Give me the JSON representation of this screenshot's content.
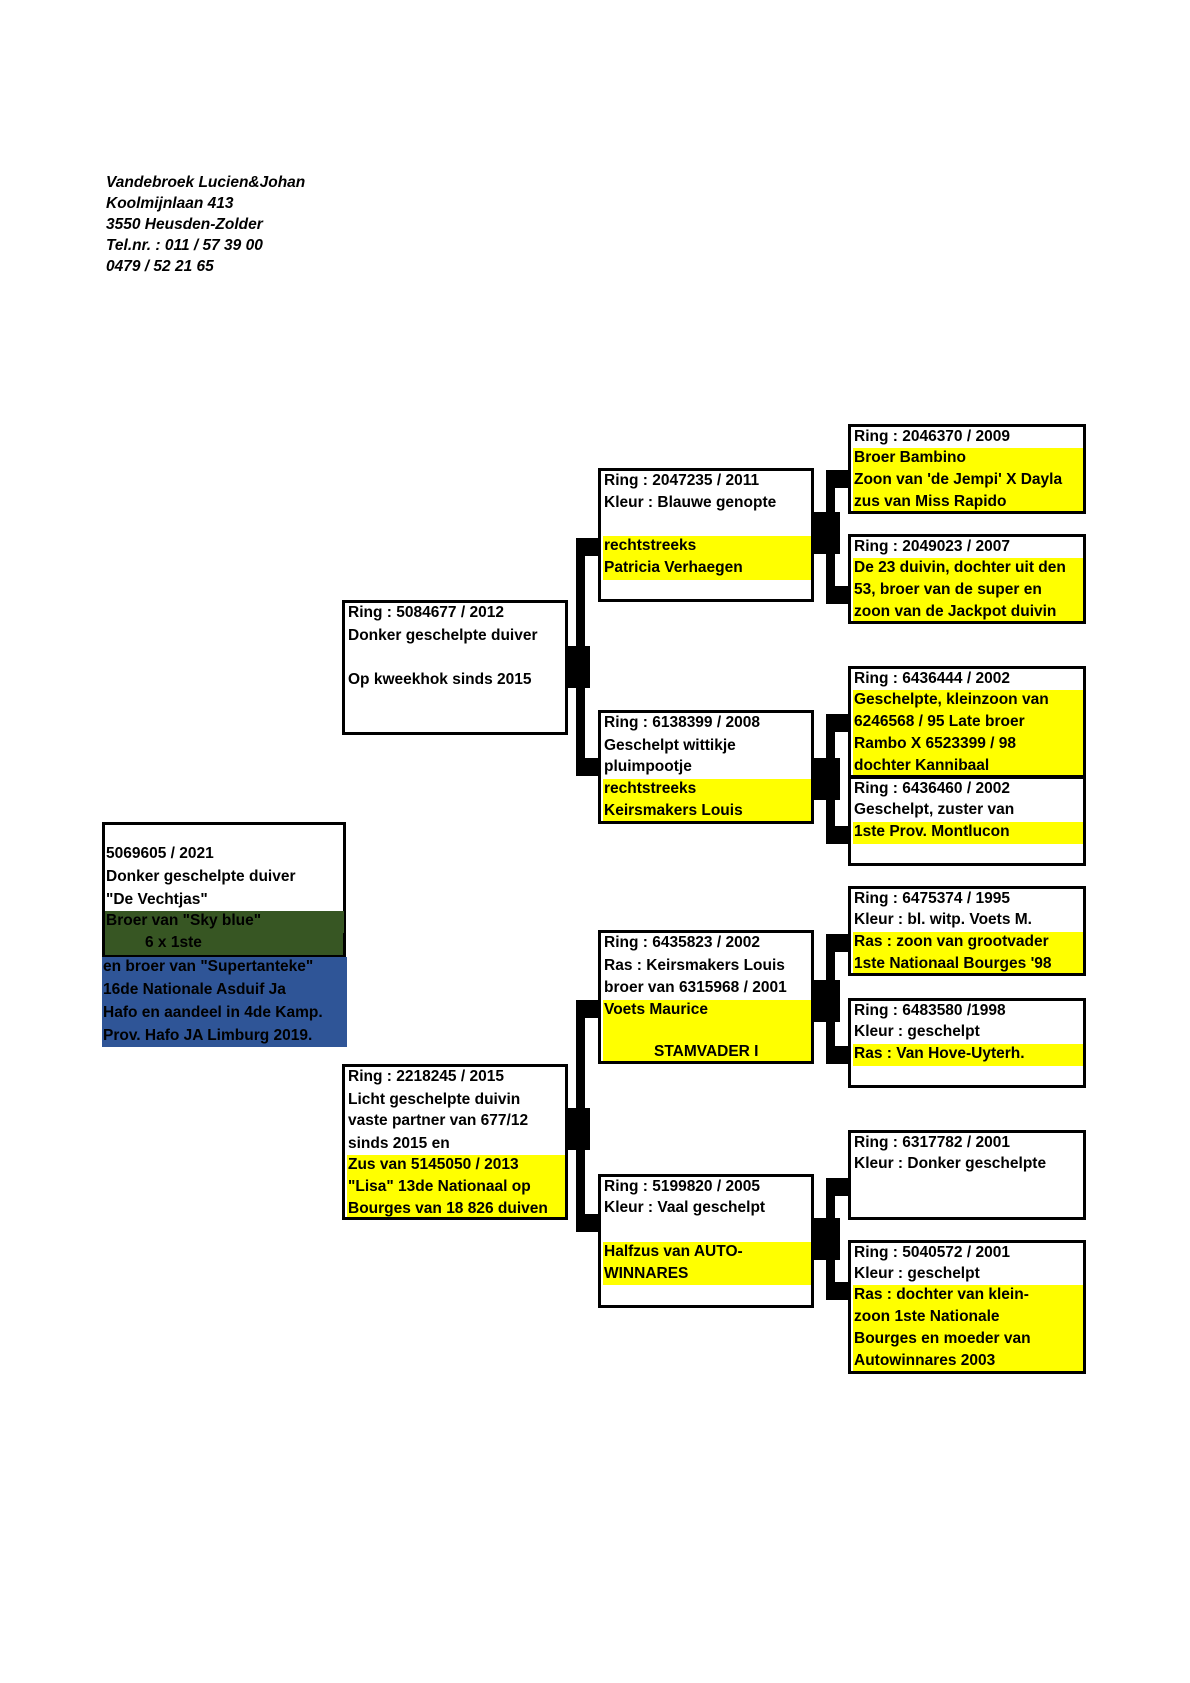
{
  "owner": {
    "name": "Vandebroek Lucien&Johan",
    "street": "Koolmijnlaan 413",
    "city": "3550 Heusden-Zolder",
    "phone": "Tel.nr. : 011 / 57 39 00",
    "mobile": "0479 / 52 21 65"
  },
  "subject": {
    "lines": [
      "5069605 / 2021",
      "Donker geschelpte duiver",
      "\"De Vechtjas\"",
      "Broer van \"Sky blue\"",
      "6 x 1ste",
      "en broer van \"Supertanteke\"",
      "16de Nationale Asduif Ja",
      "Hafo en aandeel in 4de Kamp.",
      "Prov. Hafo JA Limburg 2019."
    ]
  },
  "father": {
    "lines": [
      "Ring : 5084677 / 2012",
      "Donker geschelpte duiver",
      "Op kweekhok sinds 2015"
    ]
  },
  "mother": {
    "lines": [
      "Ring : 2218245 / 2015",
      "Licht geschelpte duivin",
      "vaste partner van 677/12",
      "sinds 2015 en",
      "Zus van 5145050 / 2013",
      "\"Lisa\"  13de Nationaal op",
      "Bourges van 18 826 duiven"
    ]
  },
  "ff": {
    "lines": [
      "Ring : 2047235 / 2011",
      "Kleur : Blauwe genopte",
      "rechtstreeks",
      "Patricia Verhaegen"
    ]
  },
  "fm": {
    "lines": [
      "Ring : 6138399 / 2008",
      "Geschelpt wittikje",
      "pluimpootje",
      "rechtstreeks",
      "Keirsmakers Louis"
    ]
  },
  "mf": {
    "lines": [
      "Ring : 6435823 / 2002",
      "Ras : Keirsmakers Louis",
      "broer van 6315968 / 2001",
      "Voets Maurice",
      "STAMVADER I"
    ]
  },
  "mm": {
    "lines": [
      "Ring :  5199820 / 2005",
      "Kleur : Vaal geschelpt",
      "Halfzus van AUTO-",
      "WINNARES"
    ]
  },
  "fff": {
    "lines": [
      "Ring : 2046370 / 2009",
      "Broer Bambino",
      "Zoon van 'de Jempi' X Dayla",
      "zus van Miss Rapido"
    ]
  },
  "ffm": {
    "lines": [
      "Ring : 2049023 / 2007",
      "De 23 duivin, dochter uit den",
      "53, broer van de super en",
      "zoon van de Jackpot duivin"
    ]
  },
  "fmf": {
    "lines": [
      "Ring : 6436444 / 2002",
      "Geschelpte, kleinzoon van",
      "6246568 / 95 Late broer",
      "Rambo X 6523399 / 98",
      "dochter Kannibaal"
    ]
  },
  "fmm": {
    "lines": [
      "Ring : 6436460 / 2002",
      "Geschelpt, zuster van",
      "1ste Prov. Montlucon"
    ]
  },
  "mff": {
    "lines": [
      "Ring : 6475374 / 1995",
      "Kleur : bl. witp. Voets M.",
      "Ras : zoon van grootvader",
      "1ste Nationaal Bourges '98"
    ]
  },
  "mfm": {
    "lines": [
      "Ring : 6483580 /1998",
      "Kleur : geschelpt",
      "Ras : Van Hove-Uyterh."
    ]
  },
  "mmf": {
    "lines": [
      "Ring : 6317782 / 2001",
      "Kleur : Donker geschelpte"
    ]
  },
  "mmm": {
    "lines": [
      "Ring : 5040572 / 2001",
      "Kleur : geschelpt",
      "Ras : dochter van klein-",
      "zoon 1ste Nationale",
      "Bourges en moeder van",
      "Autowinnares 2003"
    ]
  },
  "colors": {
    "highlight": "#ffff00",
    "green": "#375623",
    "blue": "#2f5597"
  }
}
